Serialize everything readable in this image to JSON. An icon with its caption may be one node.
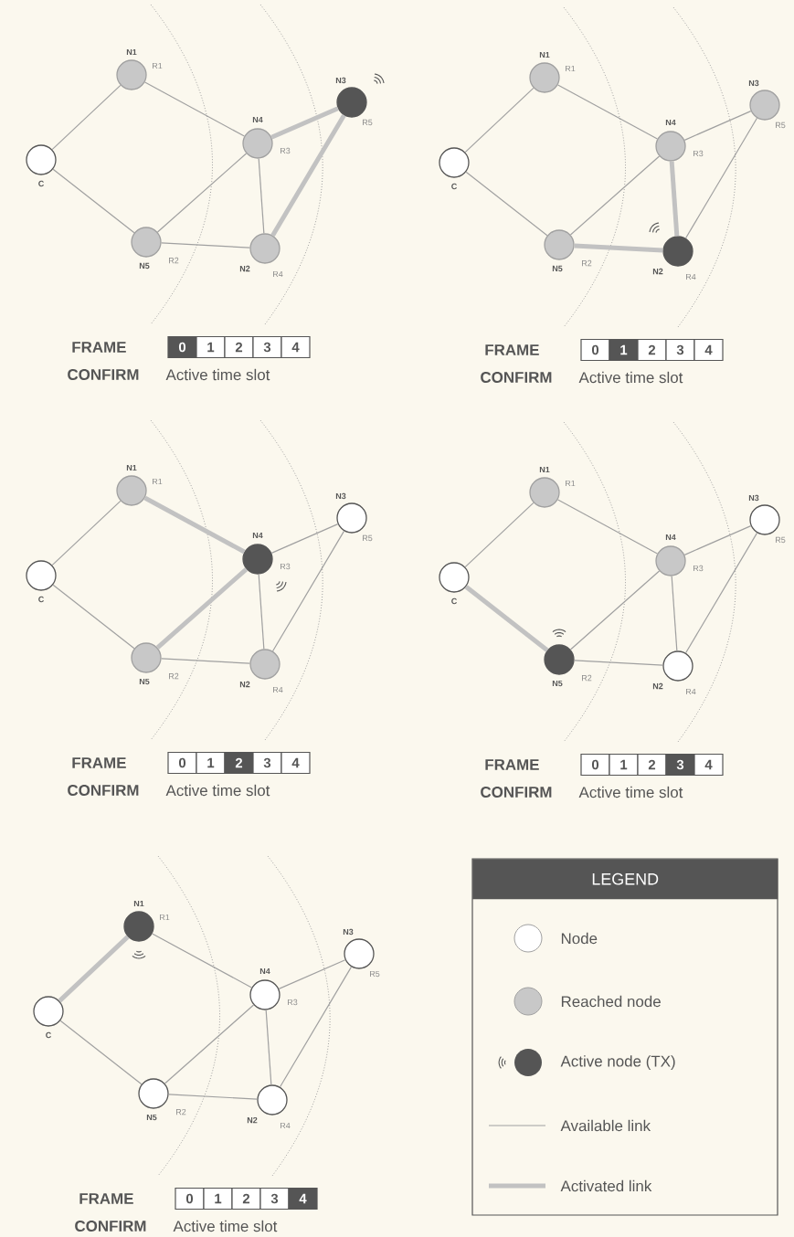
{
  "diagram": {
    "nodes": [
      {
        "text": [
          "N1"
        ],
        "beside": [
          "R1"
        ]
      },
      {
        "text": [
          "N3"
        ],
        "beside": [
          "R5"
        ]
      },
      {
        "text": [
          "N4"
        ],
        "beside": [
          "R3"
        ]
      },
      {
        "text": [
          "C"
        ]
      },
      {
        "text": [
          "N5"
        ],
        "beside": [
          "R2"
        ]
      },
      {
        "text": [
          "N2"
        ],
        "beside": [
          "R4"
        ]
      },
      {
        "text": [
          "N1"
        ],
        "beside": [
          "R1"
        ]
      },
      {
        "text": [
          "N3"
        ],
        "beside": [
          "R5"
        ]
      },
      {
        "text": [
          "N4"
        ],
        "beside": [
          "R3"
        ]
      },
      {
        "text": [
          "C"
        ]
      },
      {
        "text": [
          "N5"
        ],
        "beside": [
          "R2"
        ]
      },
      {
        "text": [
          "N2"
        ],
        "beside": [
          "R4"
        ]
      },
      {
        "text": [
          "N1"
        ],
        "beside": [
          "R1"
        ]
      },
      {
        "text": [
          "N3"
        ],
        "beside": [
          "R5"
        ]
      },
      {
        "text": [
          "N4"
        ],
        "beside": [
          "R3"
        ]
      },
      {
        "text": [
          "C"
        ]
      },
      {
        "text": [
          "N5"
        ],
        "beside": [
          "R2"
        ]
      },
      {
        "text": [
          "N2"
        ],
        "beside": [
          "R4"
        ]
      },
      {
        "text": [
          "N1"
        ],
        "beside": [
          "R1"
        ]
      },
      {
        "text": [
          "N3"
        ],
        "beside": [
          "R5"
        ]
      },
      {
        "text": [
          "N4"
        ],
        "beside": [
          "R3"
        ]
      },
      {
        "text": [
          "C"
        ]
      },
      {
        "text": [
          "N5"
        ],
        "beside": [
          "R2"
        ]
      },
      {
        "text": [
          "N2"
        ],
        "beside": [
          "R4"
        ]
      },
      {
        "text": [
          "N1"
        ],
        "beside": [
          "R1"
        ]
      },
      {
        "text": [
          "N3"
        ],
        "beside": [
          "R5"
        ]
      },
      {
        "text": [
          "N4"
        ],
        "beside": [
          "R3"
        ]
      },
      {
        "text": [
          "C"
        ]
      },
      {
        "text": [
          "N5"
        ],
        "beside": [
          "R2"
        ]
      },
      {
        "text": [
          "N2"
        ],
        "beside": [
          "R4"
        ]
      }
    ],
    "edges": [
      {
        "from": 3,
        "to": 0,
        "arrow": "none"
      },
      {
        "from": 3,
        "to": 4,
        "arrow": "none"
      },
      {
        "from": 0,
        "to": 2,
        "arrow": "none"
      },
      {
        "from": 2,
        "to": 1,
        "arrow": "none",
        "style": "thick"
      },
      {
        "from": 4,
        "to": 2,
        "arrow": "none"
      },
      {
        "from": 4,
        "to": 5,
        "arrow": "none"
      },
      {
        "from": 2,
        "to": 5,
        "arrow": "none"
      },
      {
        "from": 1,
        "to": 5,
        "arrow": "none",
        "style": "thick"
      },
      {
        "from": 9,
        "to": 6,
        "arrow": "none"
      },
      {
        "from": 9,
        "to": 10,
        "arrow": "none"
      },
      {
        "from": 6,
        "to": 8,
        "arrow": "none"
      },
      {
        "from": 8,
        "to": 7,
        "arrow": "none"
      },
      {
        "from": 10,
        "to": 8,
        "arrow": "none"
      },
      {
        "from": 10,
        "to": 11,
        "arrow": "none",
        "style": "thick"
      },
      {
        "from": 8,
        "to": 11,
        "arrow": "none",
        "style": "thick"
      },
      {
        "from": 7,
        "to": 11,
        "arrow": "none"
      },
      {
        "from": 15,
        "to": 12,
        "arrow": "none"
      },
      {
        "from": 15,
        "to": 16,
        "arrow": "none"
      },
      {
        "from": 12,
        "to": 14,
        "arrow": "none",
        "style": "thick"
      },
      {
        "from": 14,
        "to": 13,
        "arrow": "none"
      },
      {
        "from": 16,
        "to": 14,
        "arrow": "none",
        "style": "thick"
      },
      {
        "from": 16,
        "to": 17,
        "arrow": "none"
      },
      {
        "from": 14,
        "to": 17,
        "arrow": "none"
      },
      {
        "from": 13,
        "to": 17,
        "arrow": "none"
      },
      {
        "from": 21,
        "to": 18,
        "arrow": "none"
      },
      {
        "from": 21,
        "to": 22,
        "arrow": "none",
        "style": "thick"
      },
      {
        "from": 18,
        "to": 20,
        "arrow": "none"
      },
      {
        "from": 20,
        "to": 19,
        "arrow": "none"
      },
      {
        "from": 22,
        "to": 20,
        "arrow": "none"
      },
      {
        "from": 22,
        "to": 23,
        "arrow": "none"
      },
      {
        "from": 20,
        "to": 23,
        "arrow": "none"
      },
      {
        "from": 19,
        "to": 23,
        "arrow": "none"
      },
      {
        "from": 27,
        "to": 24,
        "arrow": "none",
        "style": "thick"
      },
      {
        "from": 27,
        "to": 28,
        "arrow": "none"
      },
      {
        "from": 24,
        "to": 26,
        "arrow": "none"
      },
      {
        "from": 26,
        "to": 25,
        "arrow": "none"
      },
      {
        "from": 28,
        "to": 26,
        "arrow": "none"
      },
      {
        "from": 28,
        "to": 29,
        "arrow": "none"
      },
      {
        "from": 26,
        "to": 29,
        "arrow": "none"
      },
      {
        "from": 25,
        "to": 29,
        "arrow": "none"
      }
    ],
    "labels": [
      "FRAME",
      "0",
      "1",
      "2",
      "3",
      "4",
      "CONFIRM",
      "Active time slot",
      "FRAME",
      "0",
      "1",
      "2",
      "3",
      "4",
      "CONFIRM",
      "Active time slot",
      "FRAME",
      "0",
      "1",
      "2",
      "3",
      "4",
      "CONFIRM",
      "Active time slot",
      "FRAME",
      "0",
      "1",
      "2",
      "3",
      "4",
      "CONFIRM",
      "Active time slot",
      "FRAME",
      "0",
      "1",
      "2",
      "3",
      "4",
      "CONFIRM",
      "Active time slot",
      "LEGEND"
    ],
    "legend": [
      {
        "text": "Node"
      },
      {
        "text": "Reached node"
      },
      {
        "text": "Active node (TX)"
      },
      {
        "text": "Available link"
      },
      {
        "text": "Activated link"
      }
    ]
  }
}
